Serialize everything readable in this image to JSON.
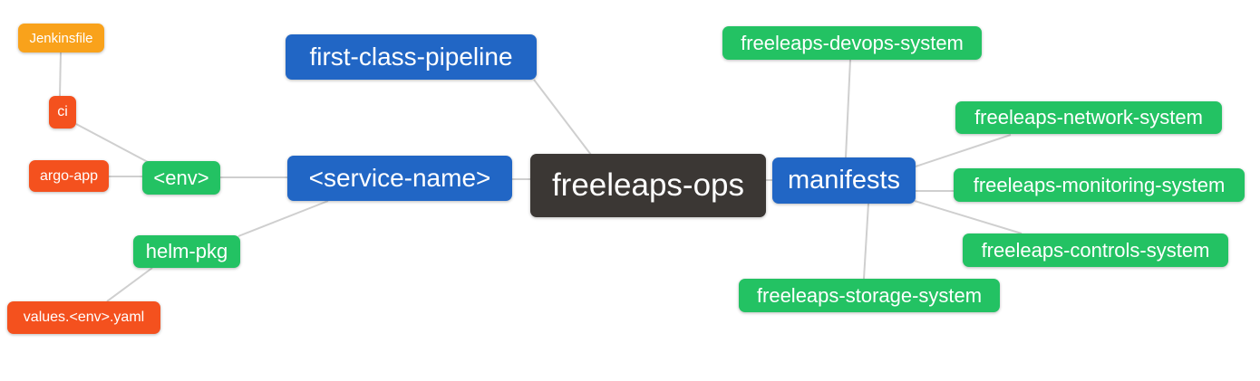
{
  "diagram": {
    "title": "freeleaps-ops repository mind map",
    "edge_color": "#cfcfcf",
    "colors": {
      "blue": "#2166c5",
      "green": "#23c263",
      "orange": "#f9a21b",
      "red": "#f4511e",
      "dark": "#3b3734",
      "text": "#ffffff"
    },
    "nodes": {
      "jenkinsfile": {
        "label": "Jenkinsfile",
        "color": "orange"
      },
      "ci": {
        "label": "ci",
        "color": "red"
      },
      "argo_app": {
        "label": "argo-app",
        "color": "red"
      },
      "env": {
        "label": "<env>",
        "color": "green"
      },
      "first_class_pipeline": {
        "label": "first-class-pipeline",
        "color": "blue"
      },
      "service_name": {
        "label": "<service-name>",
        "color": "blue"
      },
      "freeleaps_ops": {
        "label": "freeleaps-ops",
        "color": "dark"
      },
      "manifests": {
        "label": "manifests",
        "color": "blue"
      },
      "devops_system": {
        "label": "freeleaps-devops-system",
        "color": "green"
      },
      "network_system": {
        "label": "freeleaps-network-system",
        "color": "green"
      },
      "monitoring_system": {
        "label": "freeleaps-monitoring-system",
        "color": "green"
      },
      "controls_system": {
        "label": "freeleaps-controls-system",
        "color": "green"
      },
      "storage_system": {
        "label": "freeleaps-storage-system",
        "color": "green"
      },
      "helm_pkg": {
        "label": "helm-pkg",
        "color": "green"
      },
      "values_yaml": {
        "label": "values.<env>.yaml",
        "color": "red"
      }
    },
    "edges": [
      {
        "from": "jenkinsfile",
        "to": "ci"
      },
      {
        "from": "ci",
        "to": "env"
      },
      {
        "from": "argo_app",
        "to": "env"
      },
      {
        "from": "env",
        "to": "service_name"
      },
      {
        "from": "first_class_pipeline",
        "to": "freeleaps_ops"
      },
      {
        "from": "service_name",
        "to": "freeleaps_ops"
      },
      {
        "from": "service_name",
        "to": "helm_pkg"
      },
      {
        "from": "helm_pkg",
        "to": "values_yaml"
      },
      {
        "from": "freeleaps_ops",
        "to": "manifests"
      },
      {
        "from": "devops_system",
        "to": "manifests"
      },
      {
        "from": "manifests",
        "to": "network_system"
      },
      {
        "from": "manifests",
        "to": "monitoring_system"
      },
      {
        "from": "manifests",
        "to": "controls_system"
      },
      {
        "from": "manifests",
        "to": "storage_system"
      }
    ]
  }
}
